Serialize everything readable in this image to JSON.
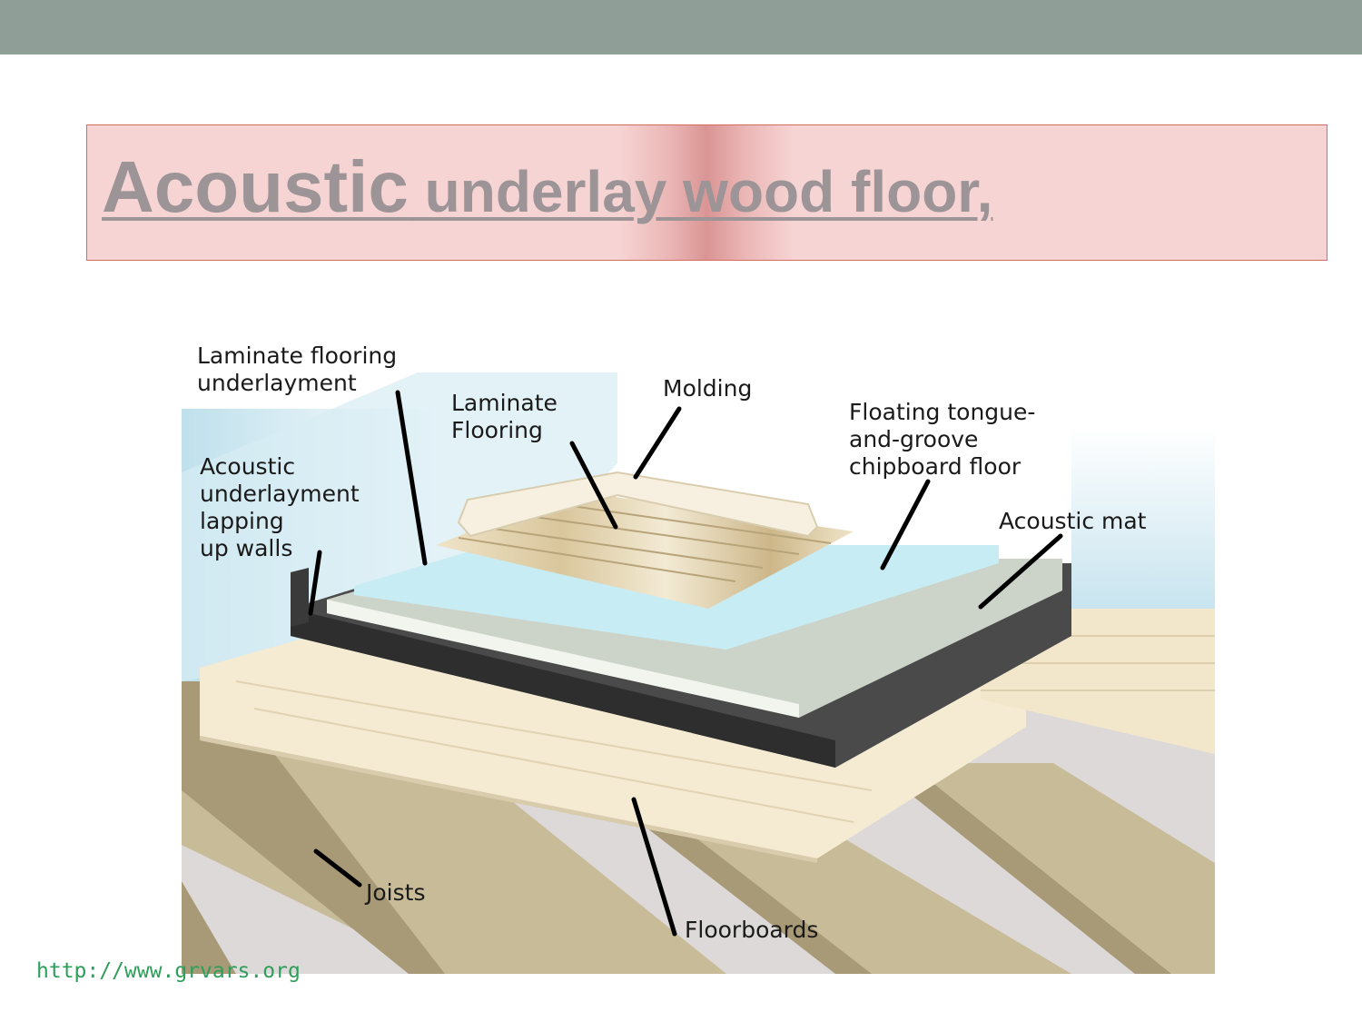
{
  "header": {
    "bar_color": "#8f9e97"
  },
  "title": {
    "big": "Acoustic",
    "rest": " underlay wood floor, "
  },
  "labels": {
    "laminate_underlayment": [
      "Laminate flooring",
      "underlayment"
    ],
    "laminate_flooring": [
      "Laminate",
      "Flooring"
    ],
    "molding": [
      "Molding"
    ],
    "floating_floor": [
      "Floating tongue-",
      "and-groove",
      "chipboard floor"
    ],
    "acoustic_lapping": [
      "Acoustic",
      "underlayment",
      "lapping",
      "up walls"
    ],
    "acoustic_mat": [
      "Acoustic mat"
    ],
    "joists": [
      "Joists"
    ],
    "floorboards": [
      "Floorboards"
    ]
  },
  "footer": {
    "url": "http://www.grvars.org",
    "url_color": "#2e9e5b"
  }
}
